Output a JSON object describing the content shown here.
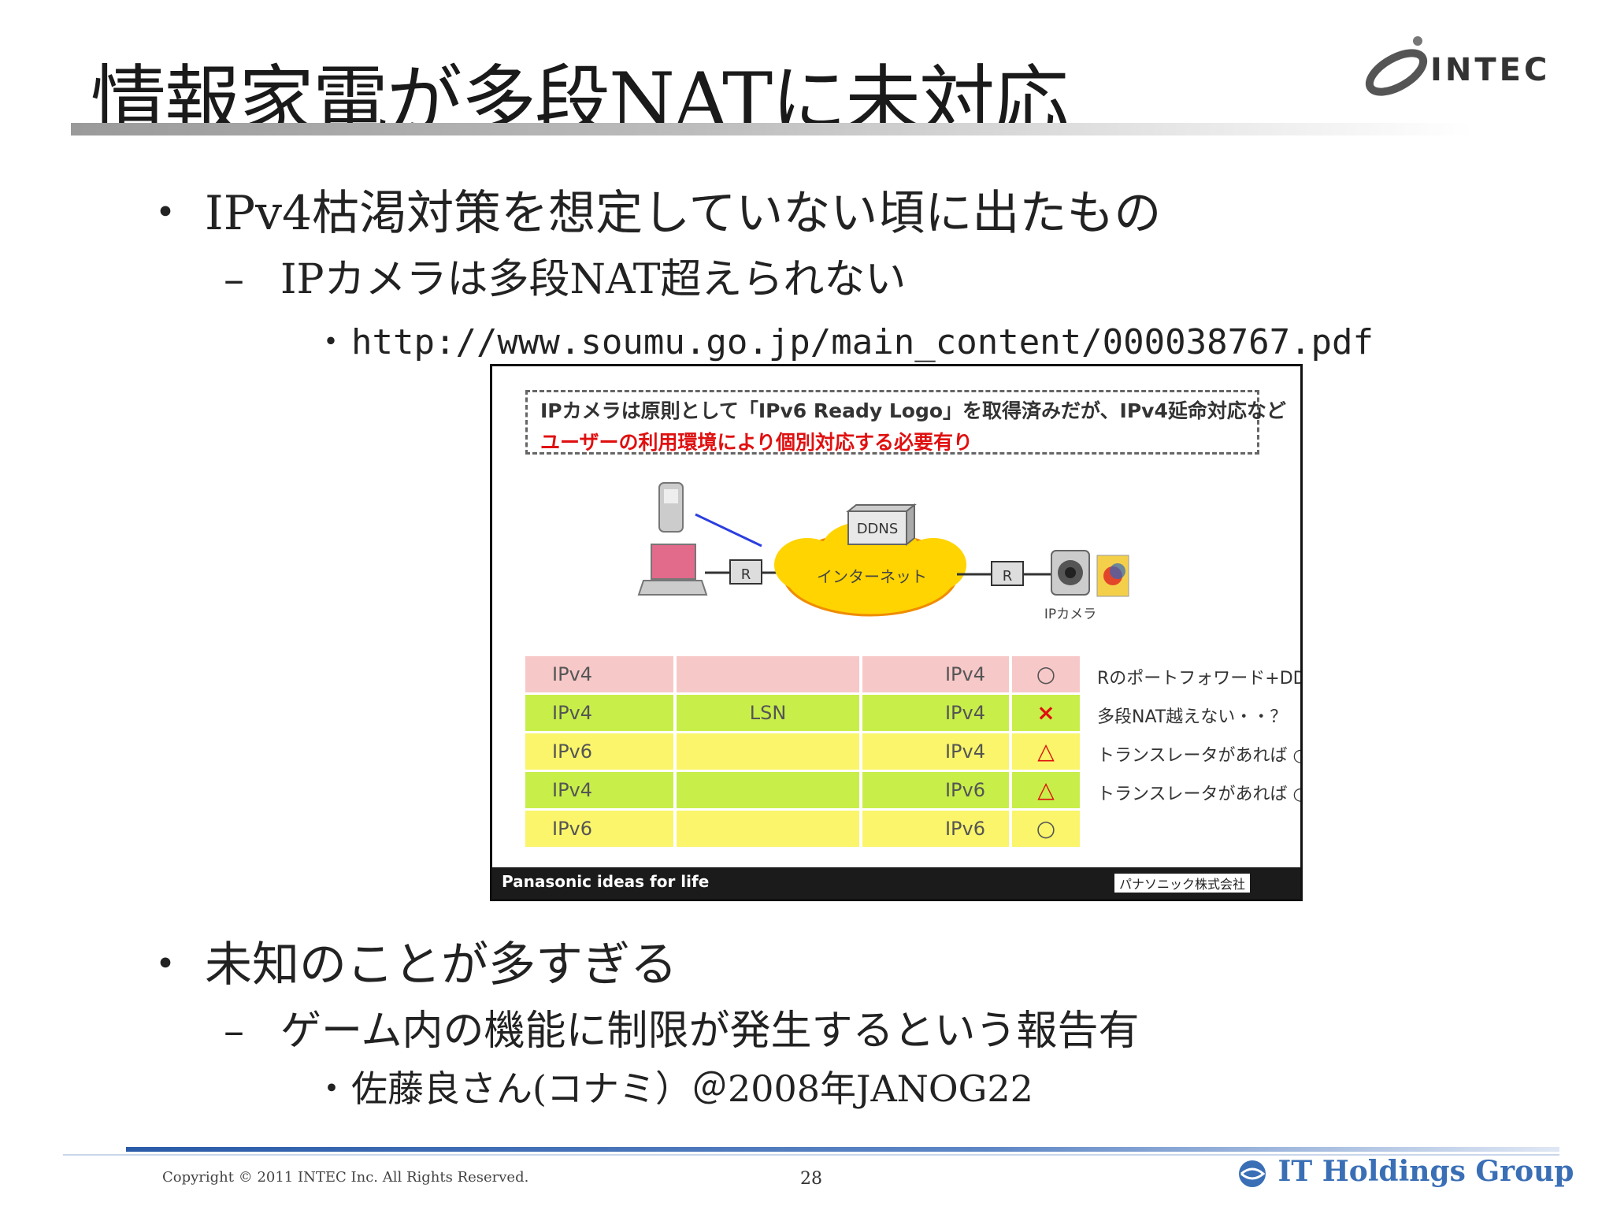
{
  "slide": {
    "title": "情報家電が多段NATに未対応",
    "logo_text": "INTEC",
    "bullets": [
      {
        "marker": "・",
        "text": "IPv4枯渇対策を想定していない頃に出たもの"
      },
      {
        "marker": "–",
        "text": "IPカメラは多段NAT超えられない"
      },
      {
        "marker": "・",
        "text": "http://www.soumu.go.jp/main_content/000038767.pdf"
      },
      {
        "marker": "・",
        "text": "未知のことが多すぎる"
      },
      {
        "marker": "–",
        "text": "ゲーム内の機能に制限が発生するという報告有"
      },
      {
        "marker": "・",
        "text": "佐藤良さん(コナミ）＠2008年JANOG22"
      }
    ]
  },
  "figure": {
    "note_line1": "IPカメラは原則として「IPv6 Ready Logo」を取得済みだが、IPv4延命対応など",
    "note_line2": "ユーザーの利用環境により個別対応する必要有り",
    "labels": {
      "ddns": "DDNS",
      "internet": "インターネット",
      "router": "R",
      "ipcamera": "IPカメラ"
    },
    "rows": [
      {
        "left": "IPv4",
        "middle": "",
        "right": "IPv4",
        "mark": "○",
        "note": "Rのポートフォワード+DDNS",
        "bg": "#f7c8c8",
        "mark_color": "#555555"
      },
      {
        "left": "IPv4",
        "middle": "LSN",
        "right": "IPv4",
        "mark": "×",
        "note": "多段NAT越えない・・？",
        "bg": "#c8ee4a",
        "mark_color": "#e01010"
      },
      {
        "left": "IPv6",
        "middle": "",
        "right": "IPv4",
        "mark": "△",
        "note": "トランスレータがあれば ○",
        "bg": "#faf56a",
        "mark_color": "#e01010"
      },
      {
        "left": "IPv4",
        "middle": "",
        "right": "IPv6",
        "mark": "△",
        "note": "トランスレータがあれば ○",
        "bg": "#c8ee4a",
        "mark_color": "#e01010"
      },
      {
        "left": "IPv6",
        "middle": "",
        "right": "IPv6",
        "mark": "○",
        "note": "",
        "bg": "#faf56a",
        "mark_color": "#555555"
      }
    ],
    "footer_brand": "Panasonic ideas for life",
    "footer_company": "パナソニック株式会社"
  },
  "footer": {
    "copyright": "Copyright © 2011 INTEC Inc. All Rights Reserved.",
    "page_number": "28",
    "group": "IT Holdings Group"
  }
}
